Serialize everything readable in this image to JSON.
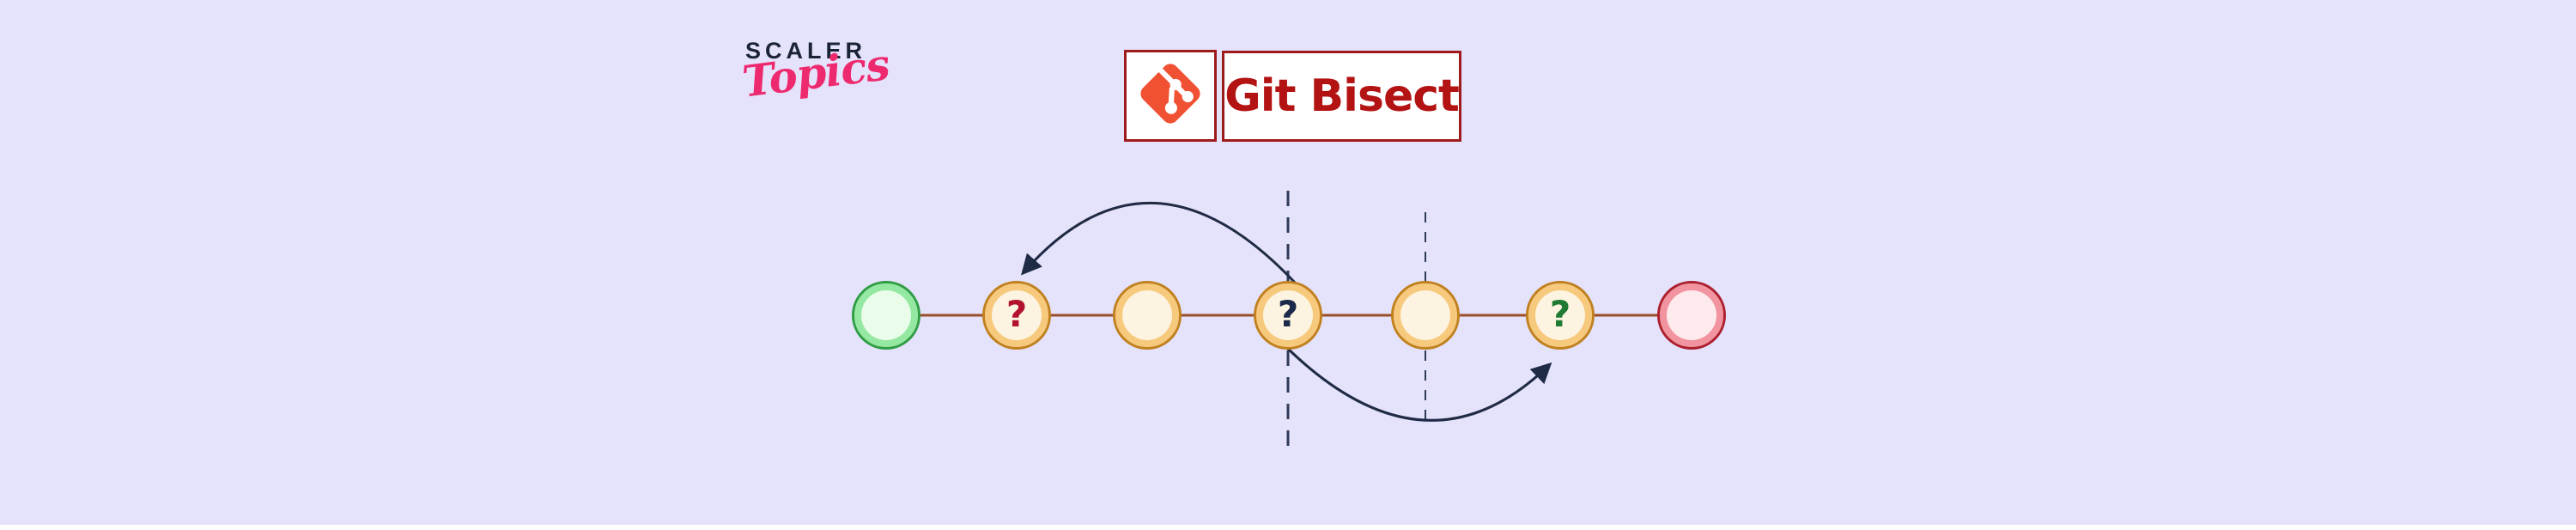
{
  "page": {
    "background_color": "#e5e2fb",
    "bottom_strip_color": "#ffffff"
  },
  "branding": {
    "line1": "SCALER",
    "line2": "Topics",
    "scaler_color": "#1b2437",
    "topics_color": "#ee2a6e"
  },
  "badge": {
    "title": "Git Bisect",
    "title_color": "#b31313",
    "border_color": "#9e1b1b",
    "icon": "git-icon",
    "git_logo_color": "#f05133"
  },
  "diagram": {
    "timeline_color": "#9a4f2b",
    "arrow_color": "#1f2a44",
    "dashed_line_color": "#2e3b58",
    "nodes": [
      {
        "id": "commit-1",
        "state": "good",
        "label": "",
        "border_color": "#2f9e44",
        "fill_color": "#e9fdea"
      },
      {
        "id": "commit-2",
        "state": "candidate",
        "label": "?",
        "label_color": "#b3122e",
        "border_color": "#c0811e",
        "fill_color": "#fcf3e0"
      },
      {
        "id": "commit-3",
        "state": "untested",
        "label": "",
        "border_color": "#c0811e",
        "fill_color": "#fcf3e0"
      },
      {
        "id": "commit-4",
        "state": "candidate",
        "label": "?",
        "label_color": "#1b2a4a",
        "border_color": "#c0811e",
        "fill_color": "#fcf3e0"
      },
      {
        "id": "commit-5",
        "state": "untested",
        "label": "",
        "border_color": "#c0811e",
        "fill_color": "#fcf3e0"
      },
      {
        "id": "commit-6",
        "state": "candidate",
        "label": "?",
        "label_color": "#1f7a33",
        "border_color": "#c0811e",
        "fill_color": "#fcf3e0"
      },
      {
        "id": "commit-7",
        "state": "bad",
        "label": "",
        "border_color": "#ad2030",
        "fill_color": "#fdeaec"
      }
    ]
  }
}
